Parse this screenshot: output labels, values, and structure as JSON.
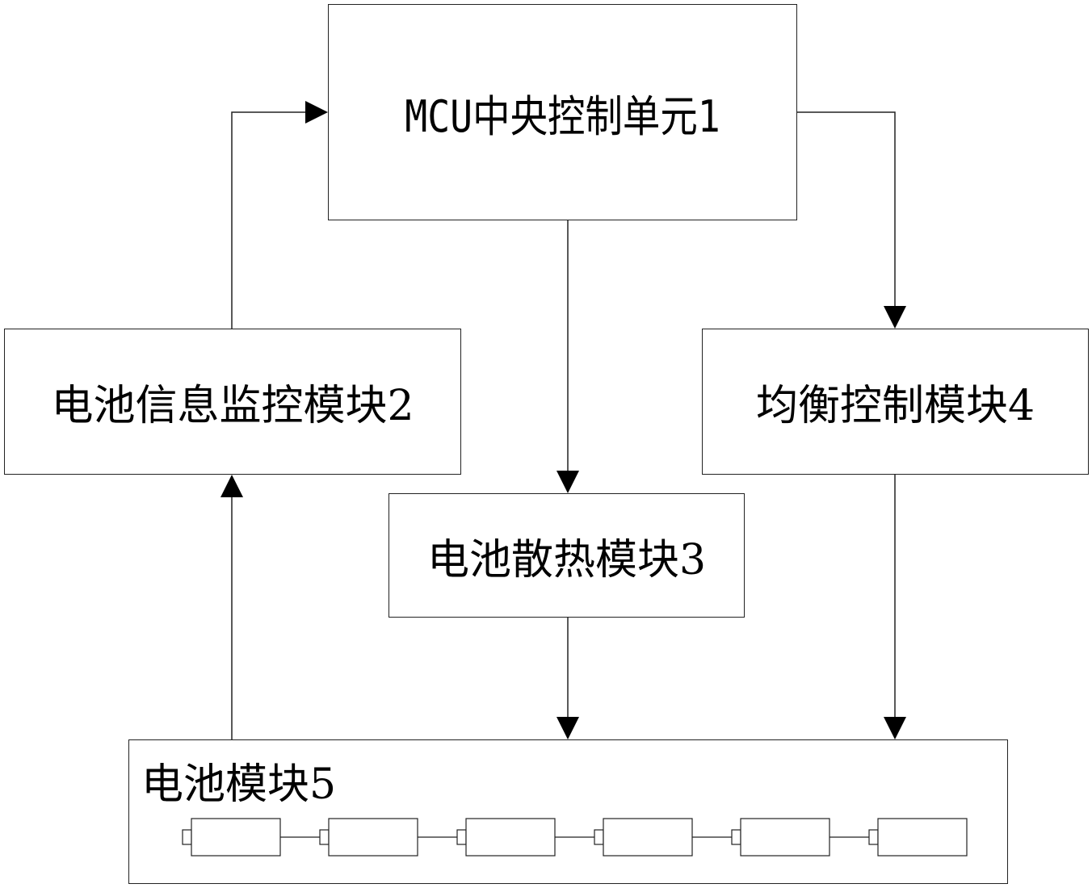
{
  "diagram": {
    "nodes": {
      "mcu": {
        "label": "MCU中央控制单元1"
      },
      "monitor": {
        "label": "电池信息监控模块2"
      },
      "cooling": {
        "label": "电池散热模块3"
      },
      "balance": {
        "label": "均衡控制模块4"
      },
      "battery": {
        "label": "电池模块5",
        "cell_count": 6
      }
    },
    "edges": [
      {
        "from": "monitor",
        "to": "mcu"
      },
      {
        "from": "mcu",
        "to": "cooling"
      },
      {
        "from": "mcu",
        "to": "balance"
      },
      {
        "from": "cooling",
        "to": "battery"
      },
      {
        "from": "balance",
        "to": "battery"
      },
      {
        "from": "battery",
        "to": "monitor"
      }
    ]
  }
}
